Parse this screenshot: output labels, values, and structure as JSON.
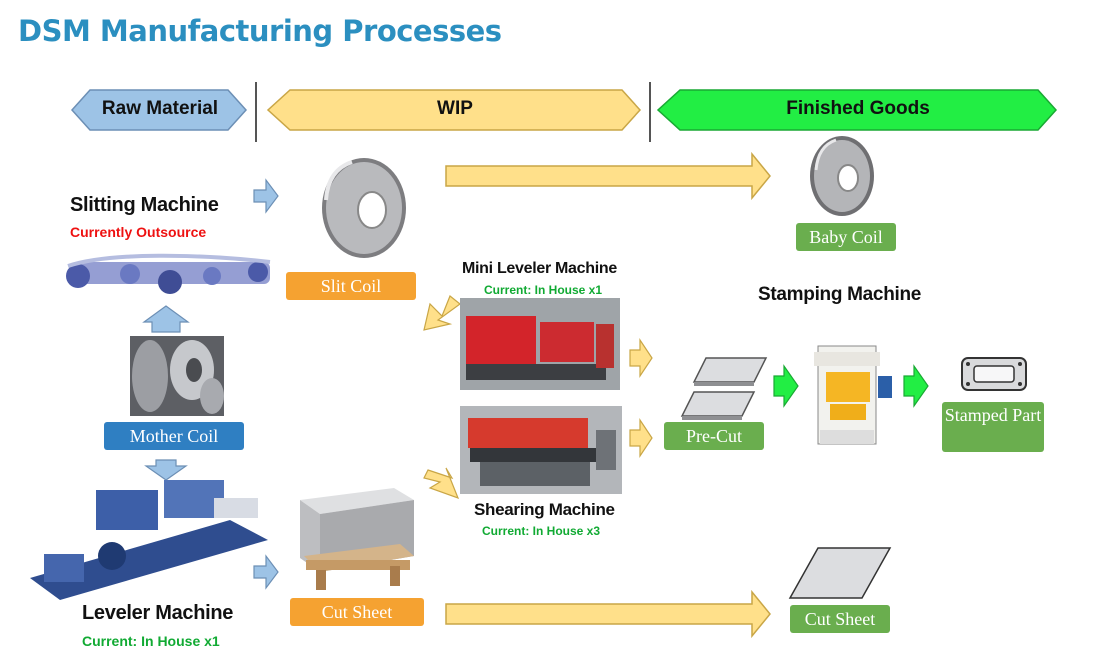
{
  "title": "DSM Manufacturing Processes",
  "phases": {
    "raw": "Raw Material",
    "wip": "WIP",
    "finished": "Finished Goods"
  },
  "machines": {
    "slitting": {
      "name": "Slitting Machine",
      "status": "Currently Outsource"
    },
    "mini_leveler": {
      "name": "Mini Leveler Machine",
      "status": "Current: In House x1"
    },
    "stamping": {
      "name": "Stamping Machine"
    },
    "shearing": {
      "name": "Shearing Machine",
      "status": "Current: In House x3"
    },
    "leveler": {
      "name": "Leveler Machine",
      "status": "Current: In House x1"
    }
  },
  "materials": {
    "slit_coil": "Slit Coil",
    "baby_coil": "Baby Coil",
    "mother_coil": "Mother Coil",
    "pre_cut": "Pre-Cut",
    "stamped_part": "Stamped Part",
    "cut_sheet_wip": "Cut Sheet",
    "cut_sheet_fg": "Cut Sheet"
  },
  "colors": {
    "title": "#2b8fc0",
    "raw": "#9dc3e6",
    "wip": "#ffe08a",
    "finished": "#22ee44",
    "orange_tag": "#f5a231",
    "green_tag": "#6aae4e",
    "blue_tag": "#2f7fc2",
    "outsource": "#ee1111",
    "inhouse": "#11aa33"
  }
}
